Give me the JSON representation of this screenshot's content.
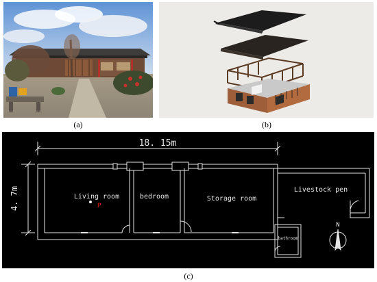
{
  "captions": {
    "a": "(a)",
    "b": "(b)",
    "c": "(c)"
  },
  "plan": {
    "width_dim": "18. 15m",
    "height_dim": "4. 7m",
    "rooms": {
      "living": "Living room",
      "bedroom": "bedroom",
      "storage": "Storage room",
      "livestock": "Livestock pen",
      "bathroom": "bathroom"
    },
    "marker": "P",
    "north": "N"
  },
  "colors": {
    "plan_bg": "#000000",
    "plan_line": "#e6e6e6",
    "marker": "#e0241b"
  }
}
